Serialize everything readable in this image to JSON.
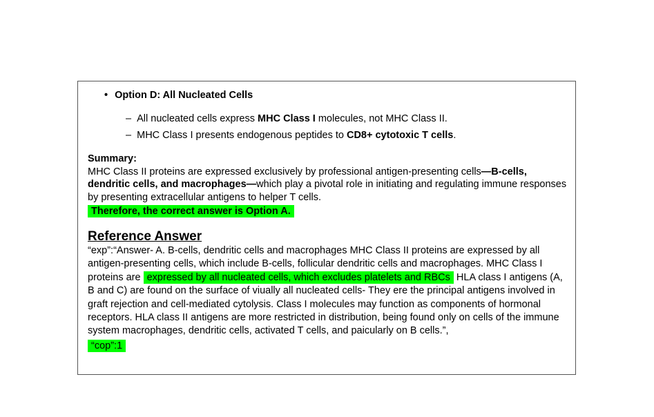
{
  "option_d": {
    "bullet": "•",
    "heading": "Option D: All Nucleated Cells",
    "items": [
      {
        "dash": "–",
        "pre": "All nucleated cells express ",
        "bold": "MHC Class I",
        "post": " molecules, not MHC Class II."
      },
      {
        "dash": "–",
        "pre": "MHC Class I presents endogenous peptides to ",
        "bold": "CD8+ cytotoxic T cells",
        "post": "."
      }
    ]
  },
  "summary": {
    "label": "Summary:",
    "text_pre": "MHC Class II proteins are expressed exclusively by professional antigen-presenting cells",
    "text_bold": "—B-cells, dendritic cells, and macrophages—",
    "text_post": "which play a pivotal role in initiating and regulating immune responses by presenting extracellular antigens to helper T cells.",
    "conclusion": "Therefore, the correct answer is Option A."
  },
  "reference": {
    "heading": "Reference Answer",
    "text_pre": "“exp”:“Answer- A. B-cells, dendritic cells and macrophages MHC Class II proteins are expressed by all antigen-presenting cells, which include B-cells, follicular dendritic cells and macrophages. MHC Class I proteins are ",
    "highlight": "expressed by all nucleated cells, which excludes platelets and RBCs",
    "text_post": " HLA class I antigens (A, B and C) are found on the surface of viually all nucleated cells- They ere the principal antigens involved in graft rejection and cell-mediated cytolysis. Class I molecules may function as components of hormonal receptors. HLA class II antigens are more restricted in distribution, being found only on cells of the immune system macrophages, dendritic cells, activated T cells, and paicularly on B cells.”,",
    "cop": "“cop”:1"
  },
  "colors": {
    "highlight": "#00ff00",
    "border": "#555555"
  }
}
